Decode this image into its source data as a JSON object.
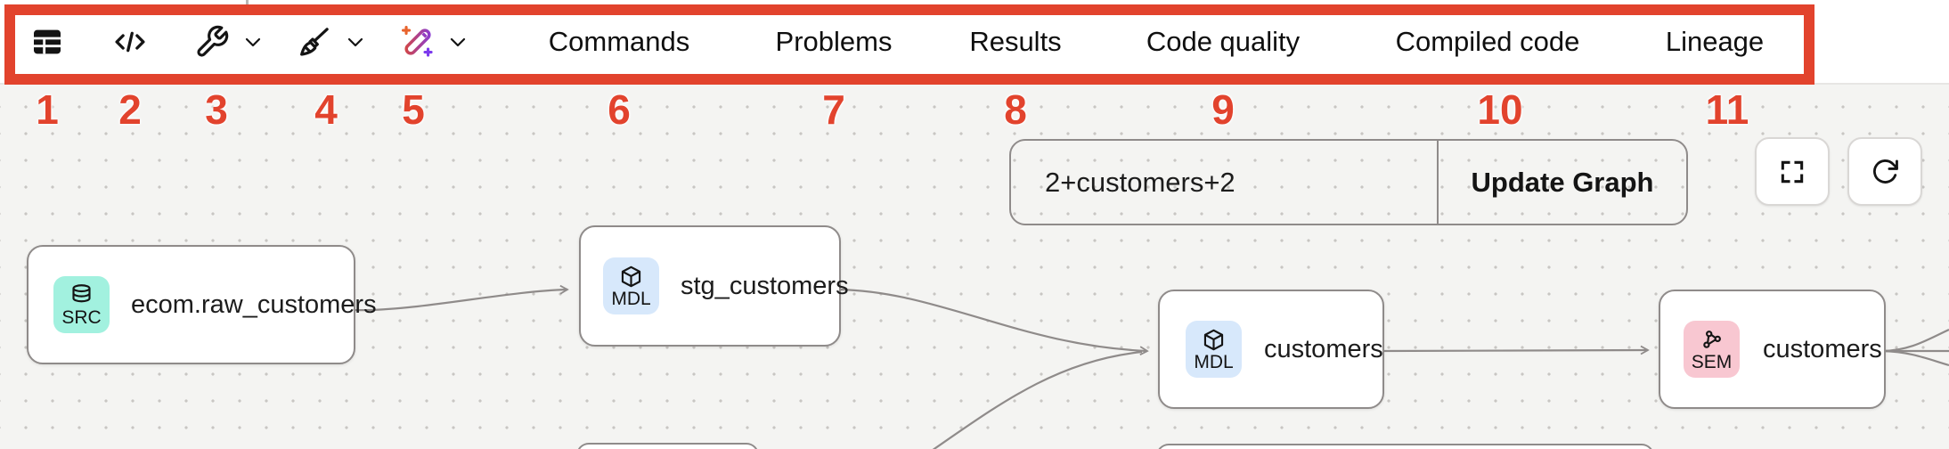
{
  "annotation_overlay": {
    "color": "#e2432d",
    "marks": [
      "1",
      "2",
      "3",
      "4",
      "5",
      "6",
      "7",
      "8",
      "9",
      "10",
      "11"
    ]
  },
  "toolbar": {
    "icons": [
      {
        "name": "table-icon"
      },
      {
        "name": "code-icon",
        "glyph": "</>"
      },
      {
        "name": "wrench-icon",
        "has_dropdown": true
      },
      {
        "name": "broom-icon",
        "has_dropdown": true
      },
      {
        "name": "magic-wand-icon",
        "has_dropdown": true
      }
    ],
    "tabs": [
      {
        "label": "Commands"
      },
      {
        "label": "Problems"
      },
      {
        "label": "Results"
      },
      {
        "label": "Code quality"
      },
      {
        "label": "Compiled code"
      },
      {
        "label": "Lineage"
      }
    ]
  },
  "lineage": {
    "controls": {
      "filter_value": "2+customers+2",
      "update_button_label": "Update Graph",
      "fullscreen_icon": "fullscreen-icon",
      "refresh_icon": "refresh-icon"
    },
    "nodes": [
      {
        "badge": "SRC",
        "icon": "database-icon",
        "badge_color": "#a2f1df",
        "label": "ecom.raw_customers"
      },
      {
        "badge": "MDL",
        "icon": "cube-icon",
        "badge_color": "#d7e8fb",
        "label": "stg_customers"
      },
      {
        "badge": "MDL",
        "icon": "cube-icon",
        "badge_color": "#d7e8fb",
        "label": "customers"
      },
      {
        "badge": "SEM",
        "icon": "share-nodes-icon",
        "badge_color": "#f8c7d1",
        "label": "customers"
      }
    ],
    "edge_color": "#8f8b8a",
    "canvas_color": "#f4f4f2"
  }
}
